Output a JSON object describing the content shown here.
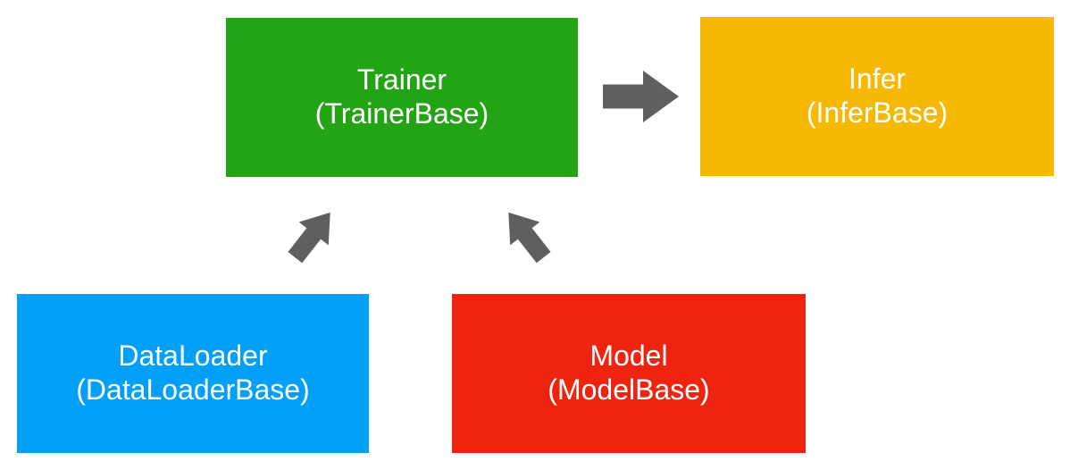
{
  "diagram": {
    "background_color": "#ffffff",
    "arrow_color": "#5f5f5f",
    "nodes": [
      {
        "id": "trainer",
        "title": "Trainer",
        "subtitle": "(TrainerBase)",
        "fill_color": "#22a415",
        "text_color": "#ffffff"
      },
      {
        "id": "infer",
        "title": "Infer",
        "subtitle": "(InferBase)",
        "fill_color": "#f6b800",
        "text_color": "#ffffff"
      },
      {
        "id": "dataloader",
        "title": "DataLoader",
        "subtitle": "(DataLoaderBase)",
        "fill_color": "#00a0f8",
        "text_color": "#ffffff"
      },
      {
        "id": "model",
        "title": "Model",
        "subtitle": "(ModelBase)",
        "fill_color": "#ee2410",
        "text_color": "#ffffff"
      }
    ],
    "edges": [
      {
        "from": "Trainer",
        "to": "Infer",
        "direction": "right"
      },
      {
        "from": "DataLoader",
        "to": "Trainer",
        "direction": "up-right"
      },
      {
        "from": "Model",
        "to": "Trainer",
        "direction": "up-left"
      }
    ]
  }
}
